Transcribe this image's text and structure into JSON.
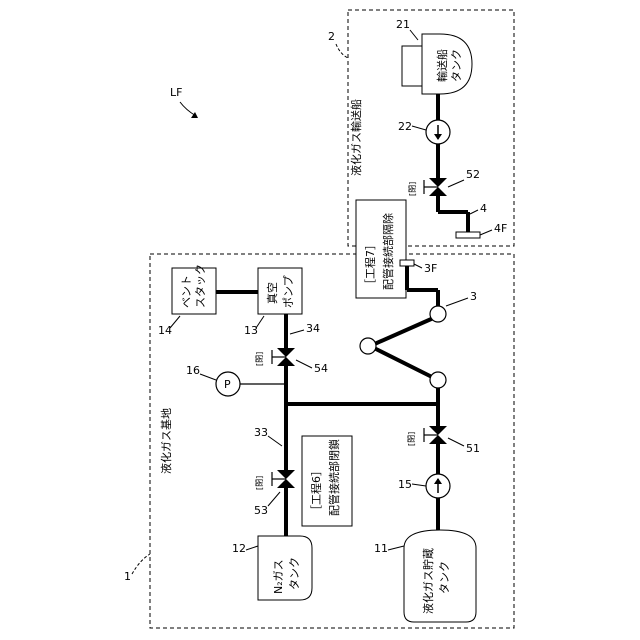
{
  "figure_label": "LF",
  "regions": {
    "base": {
      "ref": "1",
      "label": "液化ガス基地"
    },
    "ship": {
      "ref": "2",
      "label": "液化ガス輸送船"
    }
  },
  "components": {
    "ship_tank": {
      "ref": "21",
      "line1": "輸送船",
      "line2": "タンク"
    },
    "ship_pump": {
      "ref": "22"
    },
    "ship_valve": {
      "ref": "52",
      "state": "[閉]"
    },
    "ship_pipe": {
      "ref": "4"
    },
    "ship_flange": {
      "ref": "4F"
    },
    "base_flange": {
      "ref": "3F"
    },
    "base_pipe": {
      "ref": "3"
    },
    "vent_stack": {
      "ref": "14",
      "line1": "ベント",
      "line2": "スタック"
    },
    "vacuum_pump": {
      "ref": "13",
      "line1": "真空",
      "line2": "ポンプ"
    },
    "n2_pipe_upper": {
      "ref": "34"
    },
    "valve_54": {
      "ref": "54",
      "state": "[閉]"
    },
    "pressure_gauge": {
      "ref": "16",
      "symbol": "P"
    },
    "n2_pipe_lower": {
      "ref": "33"
    },
    "valve_53": {
      "ref": "53",
      "state": "[閉]"
    },
    "n2_tank": {
      "ref": "12",
      "line1": "N₂ガス",
      "line2": "タンク"
    },
    "valve_51": {
      "ref": "51",
      "state": "[閉]"
    },
    "base_pump": {
      "ref": "15"
    },
    "lg_tank": {
      "ref": "11",
      "line1": "液化ガス貯蔵",
      "line2": "タンク"
    }
  },
  "notes": {
    "step7": {
      "line1": "［工程7］",
      "line2": "配管接続部隔除"
    },
    "step6": {
      "line1": "［工程6］",
      "line2": "配管接続部閉鎖"
    }
  }
}
